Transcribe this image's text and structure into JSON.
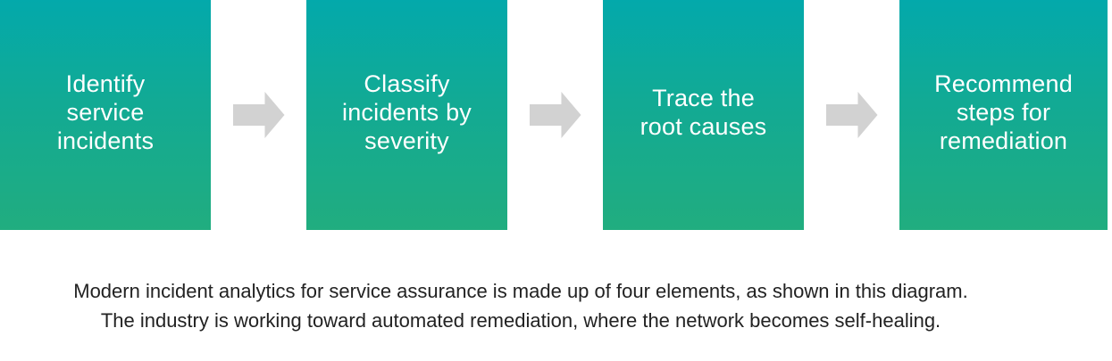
{
  "diagram": {
    "steps": [
      {
        "label": "Identify service incidents",
        "lines": [
          "Identify",
          "service",
          "incidents"
        ]
      },
      {
        "label": "Classify incidents by severity",
        "lines": [
          "Classify",
          "incidents by",
          "severity"
        ]
      },
      {
        "label": "Trace the root causes",
        "lines": [
          "Trace the",
          "root causes"
        ]
      },
      {
        "label": "Recommend steps for remediation",
        "lines": [
          "Recommend",
          "steps for",
          "remediation"
        ]
      }
    ],
    "connector_icon": "right-block-arrow",
    "colors": {
      "box_gradient_top": "#03a9ab",
      "box_gradient_bottom": "#21ad7f",
      "arrow": "#d2d2d2",
      "step_text": "#ffffff",
      "caption_text": "#222222"
    }
  },
  "caption": {
    "line1": "Modern incident analytics for service assurance is made up of four elements, as shown in this diagram.",
    "line2": "The industry is working toward automated remediation, where the network becomes self-healing."
  }
}
